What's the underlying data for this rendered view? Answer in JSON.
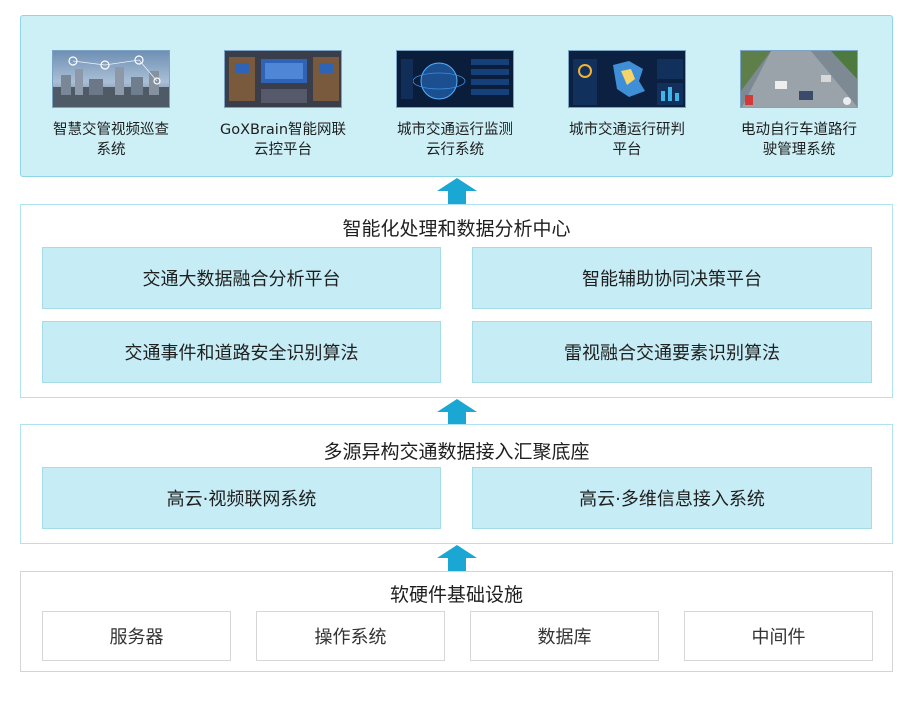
{
  "apps": [
    {
      "label": "智慧交管视频巡查\n系统",
      "icon": "city-network-thumbnail"
    },
    {
      "label": "GoXBrain智能网联\n云控平台",
      "icon": "control-room-thumbnail"
    },
    {
      "label": "城市交通运行监测\n云行系统",
      "icon": "globe-dashboard-thumbnail"
    },
    {
      "label": "城市交通运行研判\n平台",
      "icon": "map-dashboard-thumbnail"
    },
    {
      "label": "电动自行车道路行\n驶管理系统",
      "icon": "road-camera-thumbnail"
    }
  ],
  "analysis": {
    "title": "智能化处理和数据分析中心",
    "items": [
      "交通大数据融合分析平台",
      "智能辅助协同决策平台",
      "交通事件和道路安全识别算法",
      "雷视融合交通要素识别算法"
    ]
  },
  "access": {
    "title": "多源异构交通数据接入汇聚底座",
    "items": [
      "高云·视频联网系统",
      "高云·多维信息接入系统"
    ]
  },
  "infra": {
    "title": "软硬件基础设施",
    "items": [
      "服务器",
      "操作系统",
      "数据库",
      "中间件"
    ]
  },
  "colors": {
    "accent": "#1aa7d3",
    "panel": "#cdeff6",
    "box": "#c6ecf5"
  }
}
